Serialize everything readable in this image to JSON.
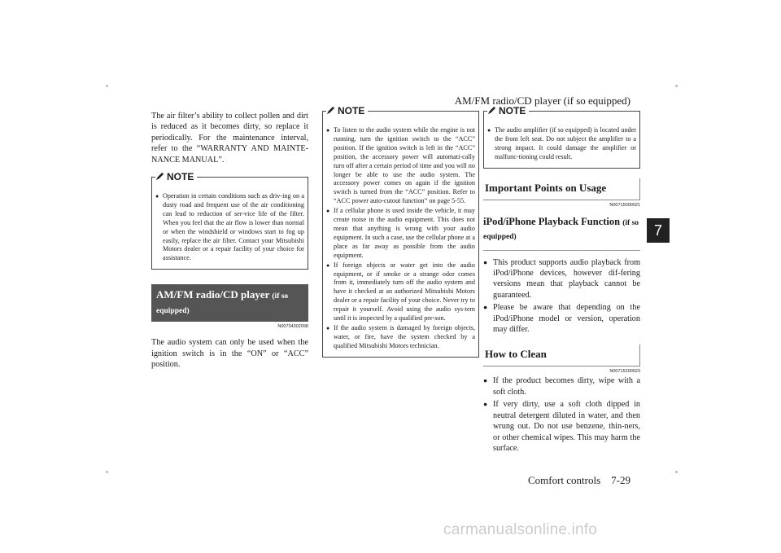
{
  "header": {
    "title": "AM/FM radio/CD player  (if so equipped)"
  },
  "footer": {
    "section": "Comfort controls",
    "page": "7-29"
  },
  "chapter_tab": "7",
  "note_label": "NOTE",
  "col1": {
    "intro": "The air filter’s ability to collect pollen and dirt is reduced as it becomes dirty, so replace it periodically. For the maintenance interval, refer to the “WARRANTY AND MAINTE-NANCE MANUAL”.",
    "note_items": [
      "Operation in certain conditions such as driv-ing on a dusty road and frequent use of the air conditioning can lead to reduction of ser-vice life of the filter. When you feel that the air flow is lower than normal or when the windshield or windows start to fog up easily, replace the air filter. Contact your Mitsubishi Motors dealer or a repair facility of your choice for assistance."
    ],
    "section_title": "AM/FM radio/CD player",
    "section_title_suffix": "(if so equipped)",
    "code": "N00734302098",
    "body": "The audio system can only be used when the ignition switch is in the “ON” or “ACC” position."
  },
  "col2": {
    "note_items": [
      "To listen to the audio system while the engine is not running, turn the ignition switch to the “ACC” position. If the ignition switch is left in the “ACC” position, the accessory power will automati-cally turn off after a certain period of time and you will no longer be able to use the audio system. The accessory power comes on again if the ignition switch is turned from the “ACC” position. Refer to “ACC power auto-cutout function” on page 5-55.",
      "If a cellular phone is used inside the vehicle, it may create noise in the audio equipment. This does not mean that anything is wrong with your audio equipment. In such a case, use the cellular phone at a place as far away as possible from the audio equipment.",
      "If foreign objects or water get into the audio equipment, or if smoke or a strange odor comes from it, immediately turn off the audio system and have it checked at an authorized Mitsubishi Motors dealer or a repair facility of your choice. Never try to repair it yourself. Avoid using the audio sys-tem until it is inspected by a qualified per-son.",
      "If the audio system is damaged by foreign objects, water, or fire, have the system checked by a qualified Mitsubishi Motors technician."
    ]
  },
  "col3": {
    "note_items": [
      "The audio amplifier (if so equipped) is located under the front left seat. Do not subject the amplifier to a strong impact. It could damage the amplifier or malfunc-tioning could result."
    ],
    "h_usage": "Important Points on Usage",
    "code_usage": "N00715000021",
    "h_ipod": "iPod/iPhone Playback Function",
    "h_ipod_suffix": "(if so equipped)",
    "ipod_items": [
      "This product supports audio playback from iPod/iPhone devices, however dif-fering versions mean that playback cannot be guaranteed.",
      "Please be aware that depending on the iPod/iPhone model or version, operation may differ."
    ],
    "h_clean": "How to Clean",
    "code_clean": "N00715200023",
    "clean_items": [
      "If the product becomes dirty, wipe with a soft cloth.",
      "If very dirty, use a soft cloth dipped in neutral detergent diluted in water, and then wrung out. Do not use benzene, thin-ners, or other chemical wipes. This may harm the surface."
    ]
  },
  "watermark": "carmanualsonline.info"
}
